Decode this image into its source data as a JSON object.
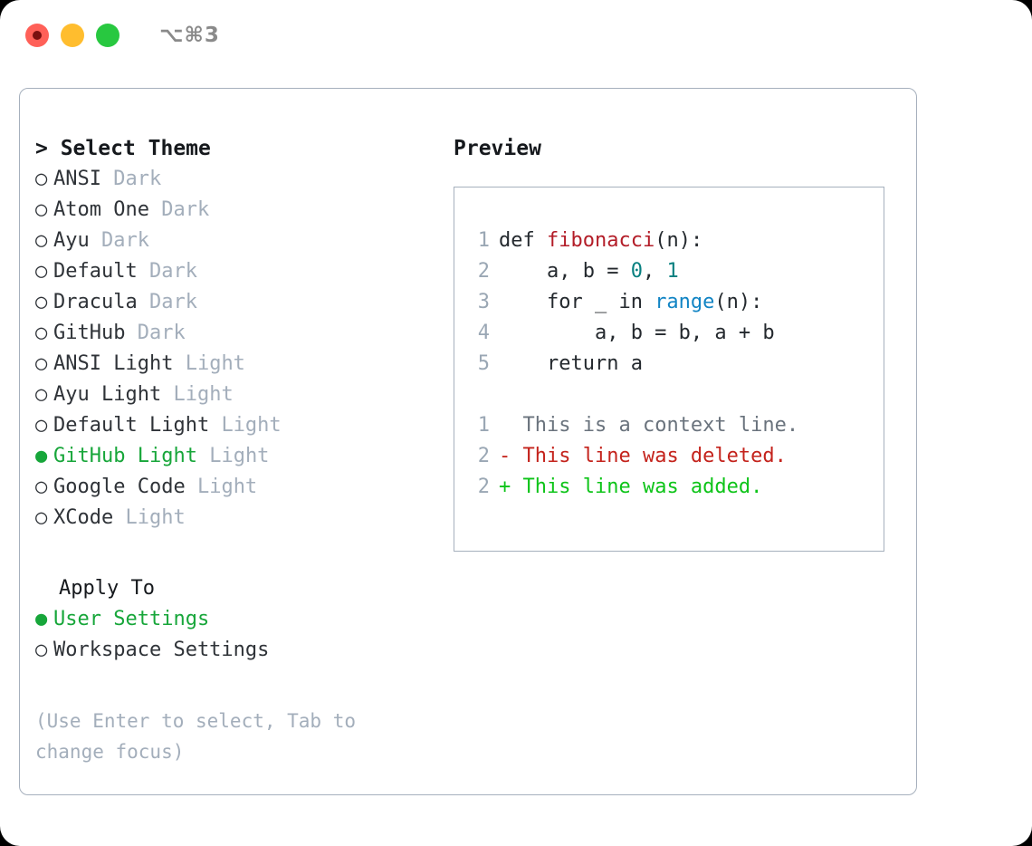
{
  "titlebar": {
    "lights": [
      {
        "name": "close-button",
        "color": "#ff6058"
      },
      {
        "name": "minimize-button",
        "color": "#ffbd2e"
      },
      {
        "name": "maximize-button",
        "color": "#28c840"
      }
    ],
    "shortcut": "⌥⌘3"
  },
  "theme_picker": {
    "heading_caret": "> ",
    "heading": "Select Theme",
    "selected_color": "#17a63a",
    "bullet_selected": "●",
    "bullet_unselected": "○",
    "items": [
      {
        "bullet": "○",
        "name": "ANSI",
        "tag": "Dark",
        "selected": false
      },
      {
        "bullet": "○",
        "name": "Atom One",
        "tag": "Dark",
        "selected": false
      },
      {
        "bullet": "○",
        "name": "Ayu",
        "tag": "Dark",
        "selected": false
      },
      {
        "bullet": "○",
        "name": "Default",
        "tag": "Dark",
        "selected": false
      },
      {
        "bullet": "○",
        "name": "Dracula",
        "tag": "Dark",
        "selected": false
      },
      {
        "bullet": "○",
        "name": "GitHub",
        "tag": "Dark",
        "selected": false
      },
      {
        "bullet": "○",
        "name": "ANSI Light",
        "tag": "Light",
        "selected": false
      },
      {
        "bullet": "○",
        "name": "Ayu Light",
        "tag": "Light",
        "selected": false
      },
      {
        "bullet": "○",
        "name": "Default Light",
        "tag": "Light",
        "selected": false
      },
      {
        "bullet": "●",
        "name": "GitHub Light",
        "tag": "Light",
        "selected": true
      },
      {
        "bullet": "○",
        "name": "Google Code",
        "tag": "Light",
        "selected": false
      },
      {
        "bullet": "○",
        "name": "XCode",
        "tag": "Light",
        "selected": false
      }
    ]
  },
  "apply_to": {
    "heading": "Apply To",
    "options": [
      {
        "bullet": "●",
        "label": "User Settings",
        "selected": true
      },
      {
        "bullet": "○",
        "label": "Workspace Settings",
        "selected": false
      }
    ]
  },
  "hint": "(Use Enter to select, Tab to change focus)",
  "preview": {
    "title": "Preview",
    "code_lines": [
      {
        "num": "1",
        "segments": [
          {
            "text": "def ",
            "style": "plain"
          },
          {
            "text": "fibonacci",
            "style": "fn"
          },
          {
            "text": "(n):",
            "style": "plain"
          }
        ]
      },
      {
        "num": "2",
        "segments": [
          {
            "text": "    a, b = ",
            "style": "plain"
          },
          {
            "text": "0",
            "style": "num"
          },
          {
            "text": ", ",
            "style": "plain"
          },
          {
            "text": "1",
            "style": "num"
          }
        ]
      },
      {
        "num": "3",
        "segments": [
          {
            "text": "    for _ in ",
            "style": "plain"
          },
          {
            "text": "range",
            "style": "call"
          },
          {
            "text": "(n):",
            "style": "plain"
          }
        ]
      },
      {
        "num": "4",
        "segments": [
          {
            "text": "        a, b = b, a + b",
            "style": "plain"
          }
        ]
      },
      {
        "num": "5",
        "segments": [
          {
            "text": "    return a",
            "style": "plain"
          }
        ]
      }
    ],
    "diff_lines": [
      {
        "num": "1",
        "marker": "  ",
        "text": "This is a context line.",
        "kind": "context"
      },
      {
        "num": "2",
        "marker": "- ",
        "text": "This line was deleted.",
        "kind": "deleted"
      },
      {
        "num": "2",
        "marker": "+ ",
        "text": "This line was added.",
        "kind": "added"
      }
    ]
  },
  "colors": {
    "border": "#a6b0bd",
    "accent_green": "#17a63a",
    "muted": "#a3aebb",
    "diff_add": "#0ec419",
    "diff_del": "#c4231c",
    "syntax_fn": "#b31d28",
    "syntax_num": "#088080",
    "syntax_call": "#1184c4"
  }
}
